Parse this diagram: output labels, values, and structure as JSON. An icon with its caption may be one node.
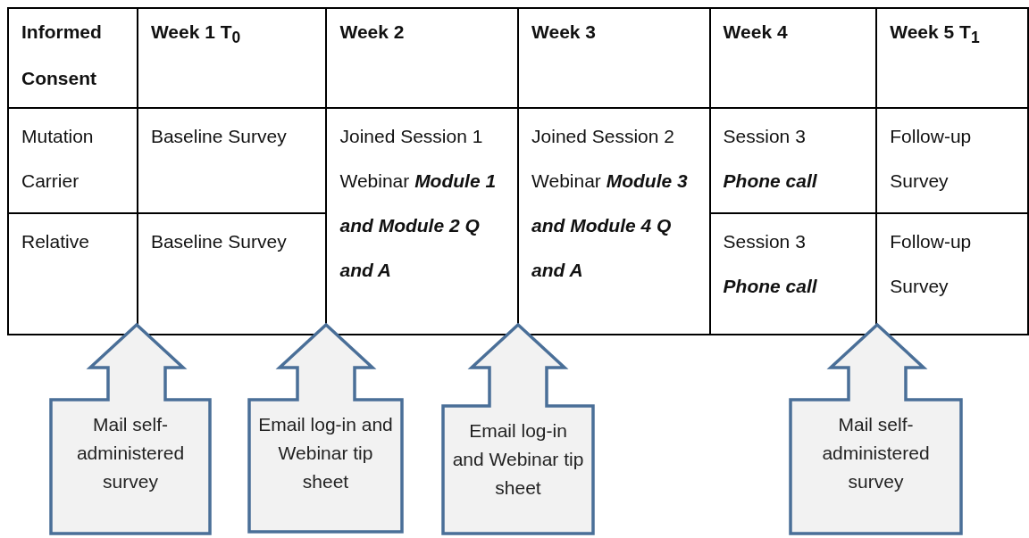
{
  "diagram": {
    "nodes": [
      {
        "text": [
          "Mail self-administered survey"
        ]
      },
      {
        "text": [
          "Email log-in and Webinar tip sheet"
        ]
      },
      {
        "text": [
          "Email log-in and Webinar tip sheet"
        ]
      },
      {
        "text": [
          "Mail self-administered survey"
        ]
      }
    ],
    "labels": [
      "Informed Consent",
      "Week 1 T$_{0}$",
      "Week 2",
      "Week 3",
      "Week 4",
      "Week 5 T$_{1}$",
      "Mutation Carrier",
      "Baseline Survey",
      "Joined Session 1 Webinar **Module 1 and Module 2 Q and A**",
      "Joined Session 2 Webinar **Module 3 and Module 4 Q and A**",
      "Session 3 **Phone call**",
      "Follow-up Survey",
      "Relative",
      "Baseline Survey",
      "Session 3 **Phone call**",
      "Follow-up Survey"
    ]
  }
}
